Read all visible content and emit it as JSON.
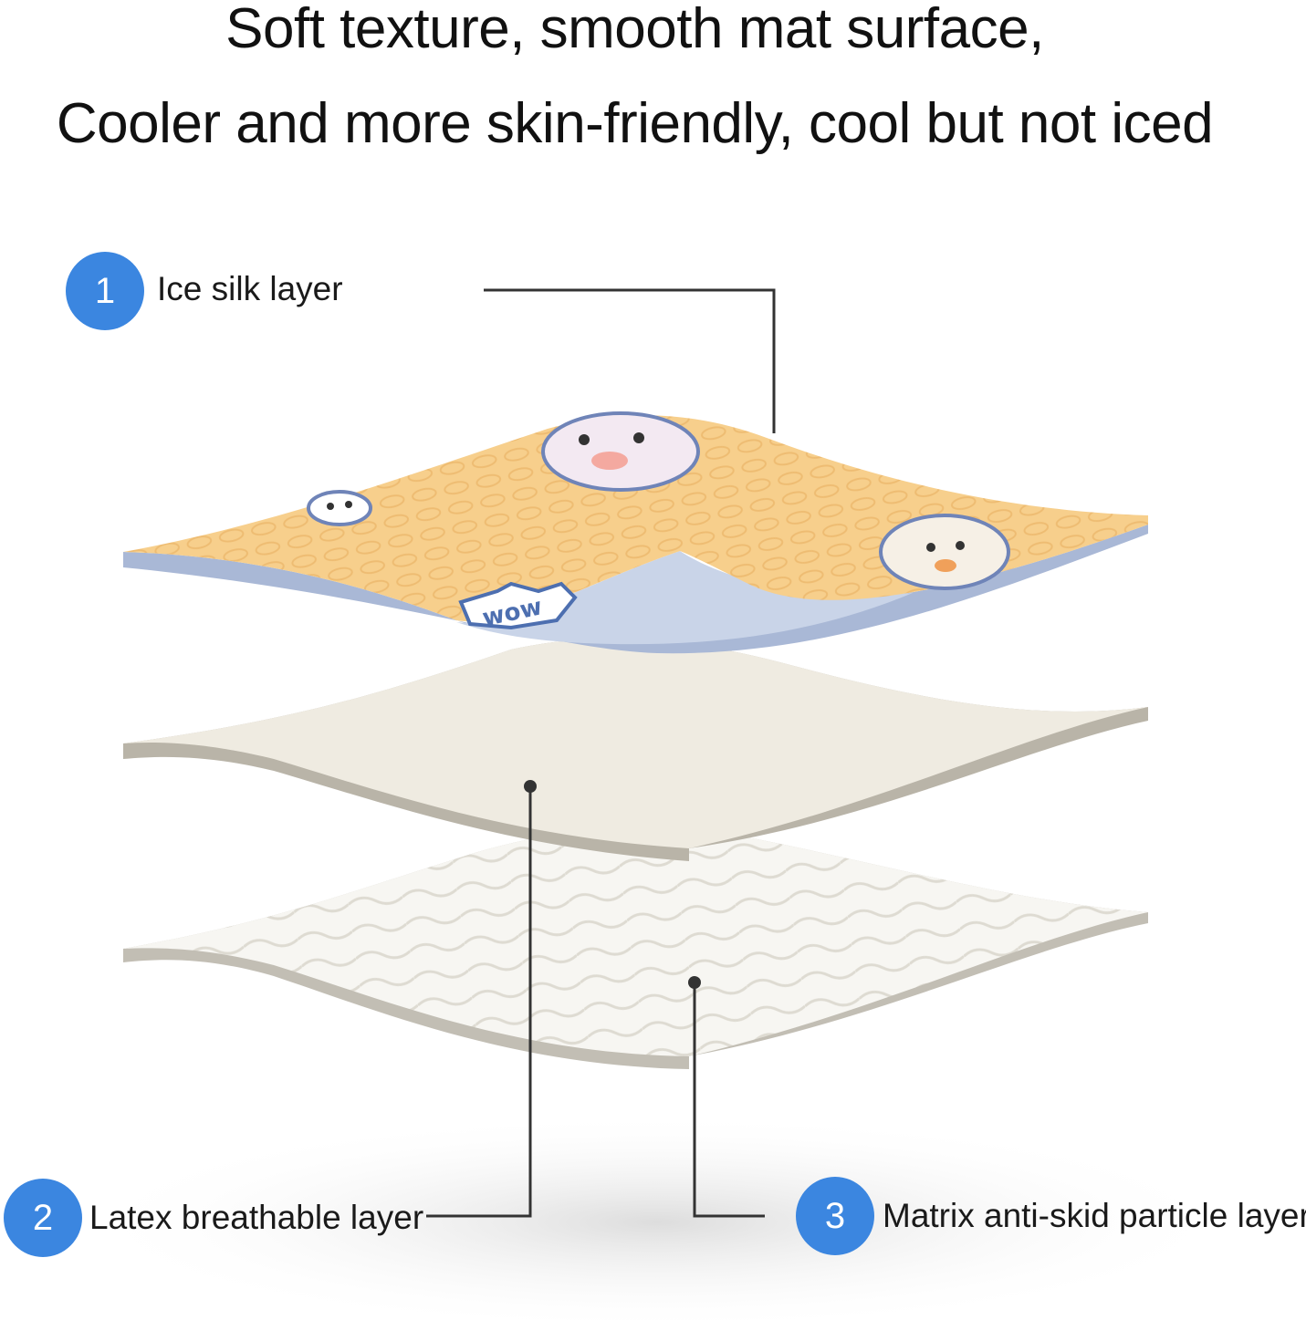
{
  "headline": {
    "line1": "Soft texture, smooth mat surface,",
    "line2": "Cooler and more skin-friendly, cool but not iced"
  },
  "layers": [
    {
      "number": "1",
      "label": "Ice silk layer"
    },
    {
      "number": "2",
      "label": "Latex breathable layer"
    },
    {
      "number": "3",
      "label": "Matrix anti-skid particle layer"
    }
  ],
  "print_text": "wow",
  "colors": {
    "badge": "#3b86e0",
    "ice_silk": "#f7cf8c",
    "ice_silk_underside": "#a9b8d6",
    "latex": "#efebe1",
    "latex_edge": "#b9b4a8",
    "particle": "#f6f5f1",
    "particle_edge": "#c2beb4",
    "leader_line": "#333333"
  }
}
